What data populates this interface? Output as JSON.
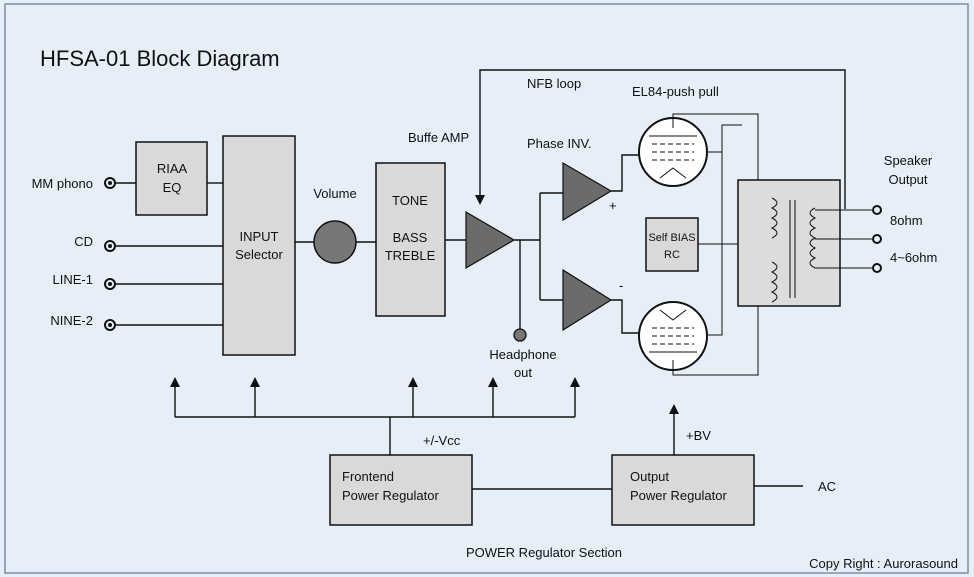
{
  "title": "HFSA-01 Block Diagram",
  "inputs": {
    "mm_phono": "MM phono",
    "cd": "CD",
    "line1": "LINE-1",
    "line2": "NINE-2"
  },
  "blocks": {
    "riaa": [
      "RIAA",
      "EQ"
    ],
    "input_selector": [
      "INPUT",
      "Selector"
    ],
    "volume": "Volume",
    "tone": [
      "TONE",
      "BASS",
      "TREBLE"
    ],
    "buffer_amp": "Buffe AMP",
    "phase_inv": "Phase INV.",
    "self_bias": [
      "Self BIAS",
      "RC"
    ],
    "el84": "EL84-push pull",
    "nfb": "NFB loop",
    "headphone": [
      "Headphone",
      "out"
    ],
    "plus": "+",
    "minus": "-"
  },
  "outputs": {
    "speaker": [
      "Speaker",
      "Output"
    ],
    "ohm8": "8ohm",
    "ohm4_6": "4~6ohm"
  },
  "power": {
    "vcc": "+/-Vcc",
    "bv": "+BV",
    "frontend": [
      "Frontend",
      "Power Regulator"
    ],
    "output": [
      "Output",
      "Power Regulator"
    ],
    "ac": "AC",
    "section": "POWER Regulator Section"
  },
  "copyright": "Copy Right : Aurorasound",
  "colors": {
    "background": "#e6eff7",
    "block_fill": "#d9d9d9",
    "amp_fill": "#6b6b6b",
    "circle_fill": "#777777"
  }
}
